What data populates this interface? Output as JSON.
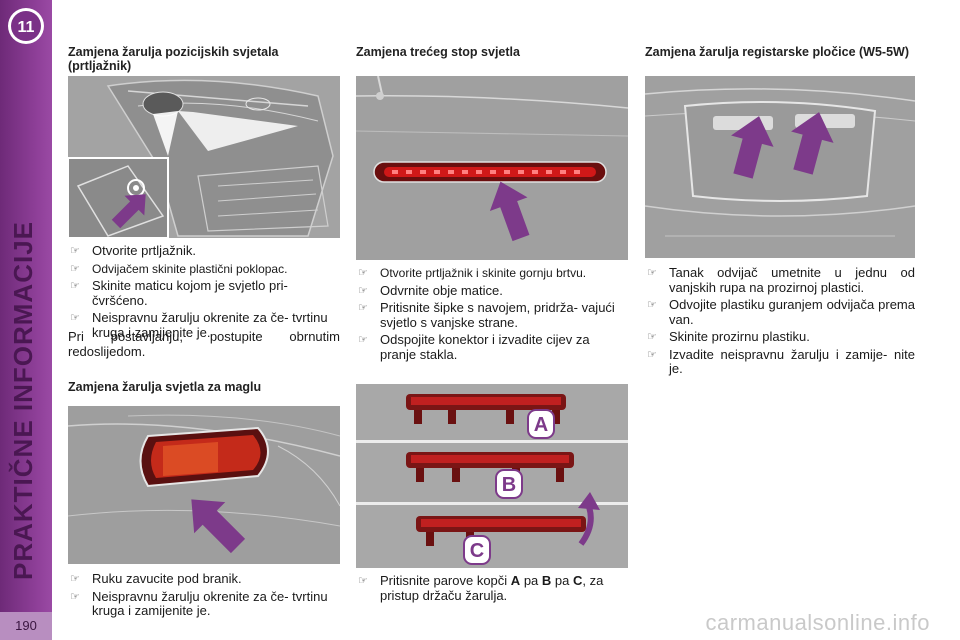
{
  "sidebar": {
    "chapter_number": "11",
    "title": "PRAKTIČNE INFORMACIJE",
    "page_number": "190"
  },
  "col1": {
    "heading_1": "Zamjena žarulja pozicijskih svjetala (prtljažnik)",
    "steps_1": [
      "Otvorite prtljažnik.",
      "Odvijačem skinite plastični poklopac.",
      "Skinite maticu kojom je svjetlo pri- čvršćeno.",
      "Neispravnu žarulju okrenite za če- tvrtinu kruga i zamijenite je."
    ],
    "note_1": "Pri postavljanju, postupite obrnutim redoslijedom.",
    "heading_2": "Zamjena žarulja svjetla za maglu",
    "steps_2": [
      "Ruku zavucite pod branik.",
      "Neispravnu žarulju okrenite za če- tvrtinu kruga i zamijenite je."
    ]
  },
  "col2": {
    "heading": "Zamjena trećeg stop svjetla",
    "steps": [
      "Otvorite prtljažnik i skinite gornju brtvu.",
      "Odvrnite obje matice.",
      "Pritisnite šipke s navojem, pridrža- vajući svjetlo s vanjske strane.",
      "Odspojite konektor i izvadite cijev za pranje stakla."
    ],
    "final_step": {
      "prefix": "Pritisnite parove kopči",
      "key_a": "A",
      "sep1": "pa",
      "key_b": "B",
      "sep2": "pa",
      "key_c": "C",
      "suffix": ", za pristup držaču žarulja."
    },
    "figure_labels": [
      "A",
      "B",
      "C"
    ]
  },
  "col3": {
    "heading": "Zamjena žarulja registarske pločice (W5-5W)",
    "steps": [
      "Tanak odvijač umetnite u jednu od vanjskih rupa na prozirnoj plastici.",
      "Odvojite plastiku guranjem odvijača prema van.",
      "Skinite prozirnu plastiku.",
      "Izvadite neispravnu žarulju i zamije- nite je."
    ]
  },
  "footer": {
    "watermark": "carmanualsonline.info"
  },
  "colors": {
    "sidebar": "#8e3f98",
    "arrow": "#7d3a8a",
    "figure_bg": "#9c9c9c",
    "stoplight_red": "#d01818"
  },
  "icons": {
    "bullet": "right-pointing-hand-icon",
    "arrows": "purple-arrow-icon"
  }
}
